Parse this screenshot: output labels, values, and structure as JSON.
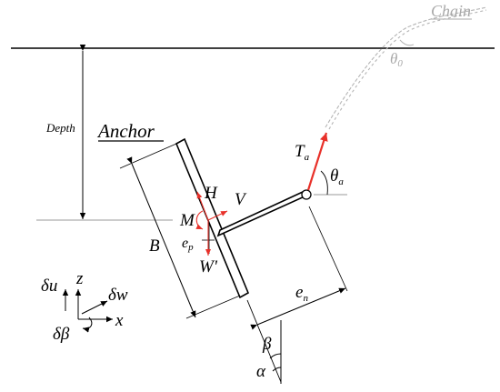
{
  "labels": {
    "chain": "Chain",
    "theta0": "θ",
    "theta0_sub": "0",
    "depth": "Depth",
    "anchor": "Anchor",
    "ta": "T",
    "ta_sub": "a",
    "theta_a": "θ",
    "theta_a_sub": "a",
    "h": "H",
    "v": "V",
    "m": "M",
    "b": "B",
    "ep": "e",
    "ep_sub": "p",
    "w": "W'",
    "en": "e",
    "en_sub": "n",
    "beta": "β",
    "alpha": "α",
    "du": "δu",
    "z": "z",
    "dw": "δw",
    "x": "x",
    "dbeta": "δβ"
  },
  "colors": {
    "line": "#000000",
    "chain": "#b5b5b5",
    "chain_label": "#a8a8a8",
    "force": "#e8312a",
    "helper": "#9a9a9a"
  }
}
